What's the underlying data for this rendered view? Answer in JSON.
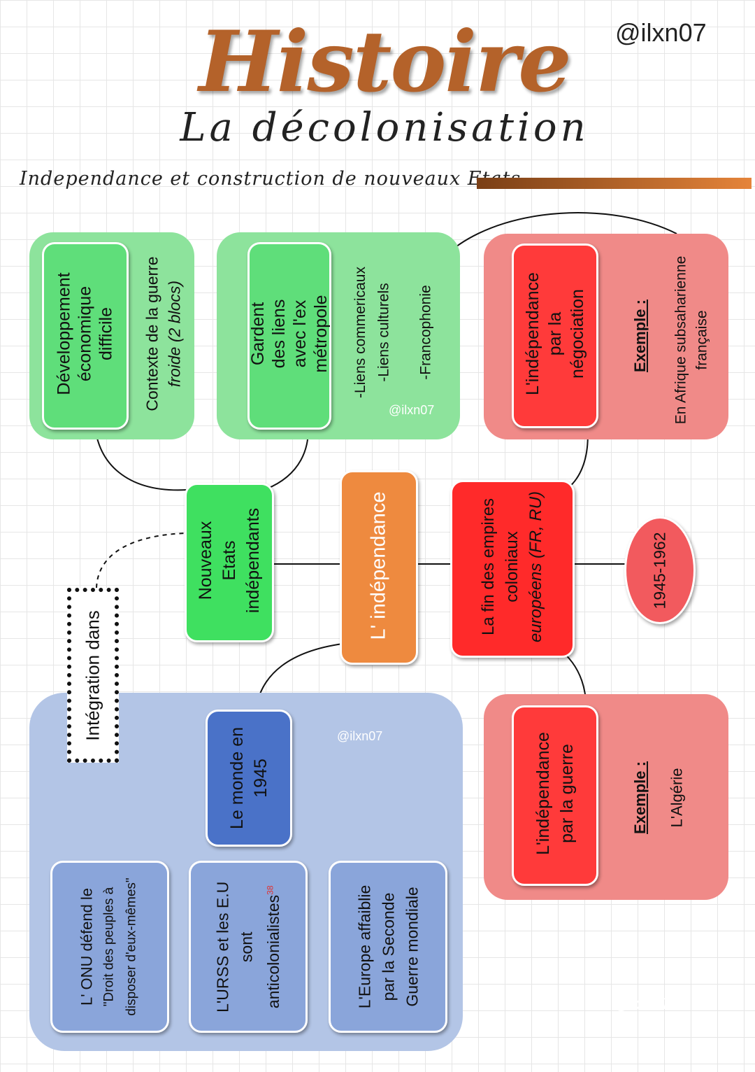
{
  "header": {
    "title": "Histoire",
    "subtitle": "La décolonisation",
    "handle": "@ilxn07",
    "section_title": "Independance et construction de nouveaux Etats"
  },
  "colors": {
    "title": "#b4622a",
    "green_panel": "#8de39c",
    "green_card": "#5fde7a",
    "red_panel": "#f08a88",
    "red_card": "#ff3a3a",
    "blue_panel": "#b3c5e6",
    "blue_card": "#4a72c8",
    "orange_card": "#ee8a3f",
    "pink_oval": "#f25a5e"
  },
  "top_left": {
    "card": "Développement économique difficile",
    "note_line1": "Contexte de la guerre",
    "note_line2": "froide (2 blocs)"
  },
  "top_middle": {
    "card": "Gardent des liens avec l'ex métropole",
    "item1": "-Liens commericaux",
    "item2": "-Liens culturels",
    "item3": "-Francophonie",
    "handle": "@ilxn07"
  },
  "top_right": {
    "card": "L'indépendance par la négociation",
    "example_label": "Exemple :",
    "example_line1": "En Afrique subsaharienne",
    "example_line2": "française"
  },
  "middle": {
    "new_states": "Nouveaux Etats indépendants",
    "independence": "L' indépendance",
    "end_empires_line1": "La fin des empires",
    "end_empires_line2": "coloniaux",
    "end_empires_line3": "européens (FR, RU)",
    "dates": "1945-1962",
    "integration": "Intégration dans"
  },
  "bottom_left": {
    "world_line1": "Le monde en",
    "world_line2": "1945",
    "handle": "@ilxn07",
    "onu_line1": "L' ONU défend le",
    "onu_line2": "\"Droit des peuples à",
    "onu_line3": "disposer d'eux-mêmes\"",
    "urss_line1": "L'URSS et les E.U",
    "urss_line2": "sont",
    "urss_line3": "anticolonialistes",
    "footnote": "38",
    "europe_line1": "L'Europe affaiblie",
    "europe_line2": "par la Seconde",
    "europe_line3": "Guerre mondiale"
  },
  "bottom_right": {
    "card": "L'indépendance par la guerre",
    "example_label": "Exemple :",
    "example": "L'Algérie",
    "handle": "@ilxn07"
  }
}
